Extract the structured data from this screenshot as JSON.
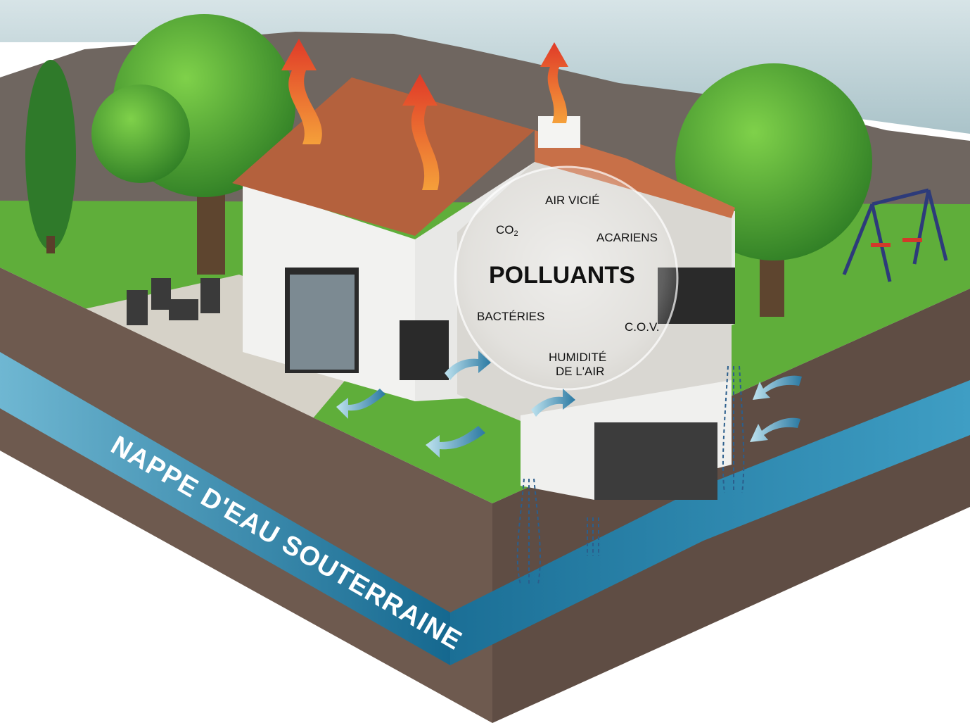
{
  "labels": {
    "air_vicie": "AIR VICIÉ",
    "co2_base": "CO",
    "co2_sub": "2",
    "acariens": "ACARIENS",
    "polluants": "POLLUANTS",
    "bacteries": "BACTÉRIES",
    "cov": "C.O.V.",
    "humidite_line1": "HUMIDITÉ",
    "humidite_line2": "DE L'AIR"
  },
  "groundwater_label": "NAPPE D'EAU SOUTERRAINE",
  "colors": {
    "sky": "#bcd3d8",
    "mountain": "#6f6660",
    "grass": "#5fae3a",
    "soil": "#6e5a4f",
    "water": "#2b7fa8",
    "roof": "#b4613d",
    "wall": "#f2f2f0",
    "hot_arrow": "#e0432a",
    "cold_arrow": "#2d7ba3"
  }
}
